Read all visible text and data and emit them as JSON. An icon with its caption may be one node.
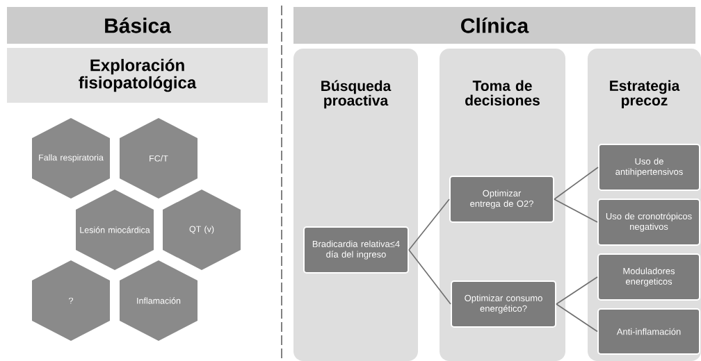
{
  "diagram": {
    "nodes": [
      {
        "text": [
          "Básica"
        ]
      },
      {
        "text": [
          "Exploración fisiopatológica"
        ]
      },
      {
        "text": [
          "Falla respiratoria"
        ]
      },
      {
        "text": [
          "FC/T"
        ]
      },
      {
        "text": [
          "Lesión miocárdica"
        ]
      },
      {
        "text": [
          "QT (v)"
        ]
      },
      {
        "text": [
          "?"
        ]
      },
      {
        "text": [
          "Inflamación"
        ]
      },
      {
        "text": [
          "Clínica"
        ]
      },
      {
        "text": [
          "Búsqueda proactiva"
        ]
      },
      {
        "text": [
          "Bradicardia relativa≤4 día del ingreso"
        ],
        "in": 9
      },
      {
        "text": [
          "Toma de decisiones"
        ]
      },
      {
        "text": [
          "Optimizar entrega de O2?"
        ],
        "in": 11
      },
      {
        "text": [
          "Optimizar consumo energético?"
        ],
        "in": 11
      },
      {
        "text": [
          "Estrategia precoz"
        ]
      },
      {
        "text": [
          "Uso de antihipertensivos"
        ],
        "in": 14
      },
      {
        "text": [
          "Uso de cronotrópicos negativos"
        ],
        "in": 14
      },
      {
        "text": [
          "Moduladores energeticos"
        ],
        "in": 14
      },
      {
        "text": [
          "Anti-inflamación"
        ],
        "in": 14
      }
    ],
    "edges": [
      {
        "from": 10,
        "to": 12,
        "arrow": "none"
      },
      {
        "from": 10,
        "to": 13,
        "arrow": "none"
      },
      {
        "from": 12,
        "to": 15,
        "arrow": "none"
      },
      {
        "from": 12,
        "to": 16,
        "arrow": "none"
      },
      {
        "from": 13,
        "to": 17,
        "arrow": "none"
      },
      {
        "from": 13,
        "to": 18,
        "arrow": "none"
      }
    ]
  }
}
